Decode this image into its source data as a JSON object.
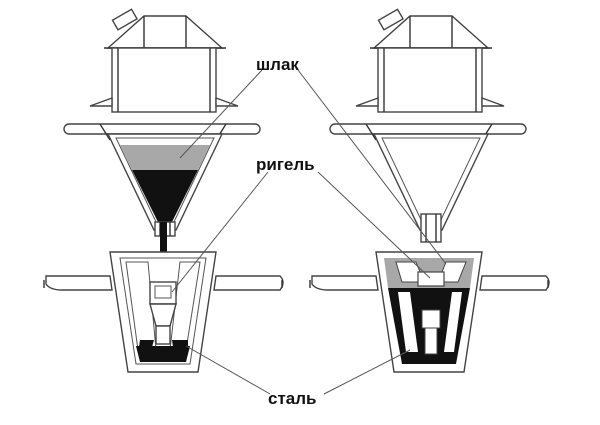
{
  "labels": {
    "slag": "шлак",
    "beam": "ригель",
    "steel": "сталь"
  },
  "colors": {
    "steel": "#111111",
    "slag": "#a8a8a8",
    "outline": "#444444",
    "background": "#ffffff"
  }
}
